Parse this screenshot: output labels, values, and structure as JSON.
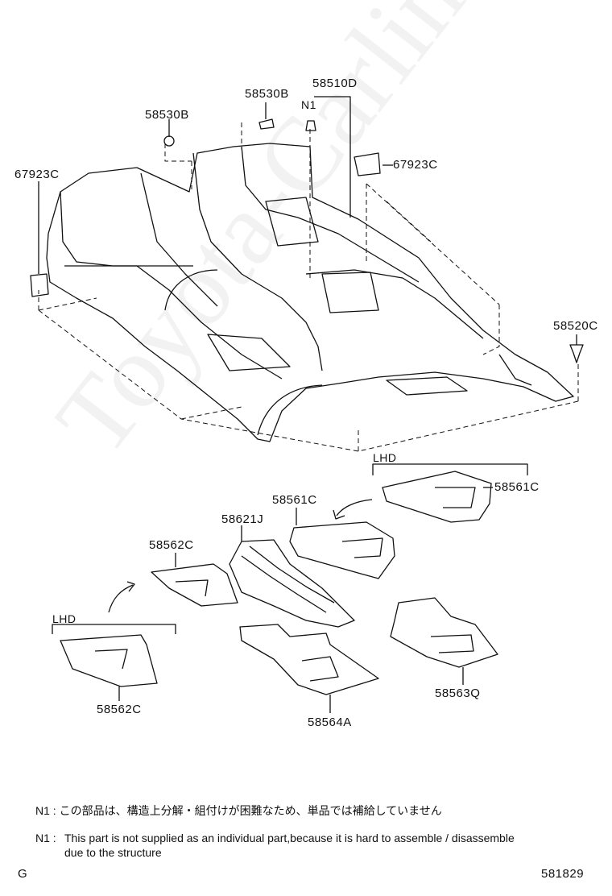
{
  "watermark": "Toyota-Carline.ru",
  "labels": {
    "p58510D": "58510D",
    "p58530B_a": "58530B",
    "pN1": "N1",
    "p58530B_b": "58530B",
    "p67923C_r": "67923C",
    "p67923C_l": "67923C",
    "p58520C": "58520C",
    "lhd_top": "LHD",
    "p58561C_r": "58561C",
    "p58561C": "58561C",
    "p58621J": "58621J",
    "p58562C_top": "58562C",
    "lhd_bottom": "LHD",
    "p58562C_bottom": "58562C",
    "p58564A": "58564A",
    "p58563Q": "58563Q"
  },
  "notes": {
    "jp": "N1 : この部品は、構造上分解・組付けが困難なため、単品では補給していません",
    "en_label": "N1 :",
    "en_line1": "This part is not supplied as an individual part,because it is hard to assemble / disassemble",
    "en_line2": "due to the structure"
  },
  "footer": {
    "left": "G",
    "right": "581829"
  }
}
